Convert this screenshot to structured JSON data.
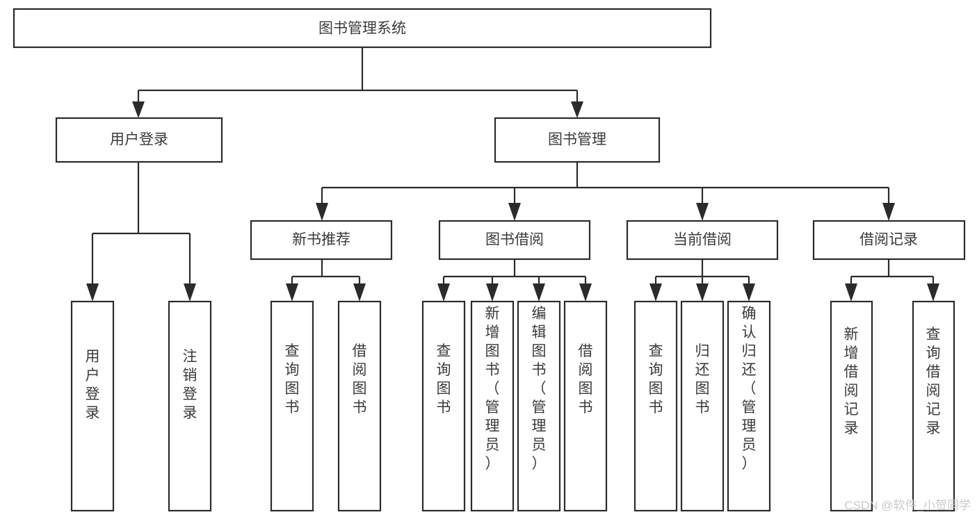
{
  "diagram": {
    "title": "图书管理系统",
    "type": "tree-hierarchy-chart",
    "root": {
      "label": "图书管理系统"
    },
    "level1": [
      {
        "label": "用户登录"
      },
      {
        "label": "图书管理"
      }
    ],
    "level2": [
      {
        "label": "新书推荐",
        "parent": "图书管理"
      },
      {
        "label": "图书借阅",
        "parent": "图书管理"
      },
      {
        "label": "当前借阅",
        "parent": "图书管理"
      },
      {
        "label": "借阅记录",
        "parent": "图书管理"
      }
    ],
    "leaves": [
      {
        "label": "用户登录",
        "parent": "用户登录"
      },
      {
        "label": "注销登录",
        "parent": "用户登录"
      },
      {
        "label": "查询图书",
        "parent": "新书推荐"
      },
      {
        "label": "借阅图书",
        "parent": "新书推荐"
      },
      {
        "label": "查询图书",
        "parent": "图书借阅"
      },
      {
        "label": "新增图书（管理员）",
        "parent": "图书借阅"
      },
      {
        "label": "编辑图书（管理员）",
        "parent": "图书借阅"
      },
      {
        "label": "借阅图书",
        "parent": "图书借阅"
      },
      {
        "label": "查询图书",
        "parent": "当前借阅"
      },
      {
        "label": "归还图书",
        "parent": "当前借阅"
      },
      {
        "label": "确认归还（管理员）",
        "parent": "当前借阅"
      },
      {
        "label": "新增借阅记录",
        "parent": "借阅记录"
      },
      {
        "label": "查询借阅记录",
        "parent": "借阅记录"
      }
    ],
    "watermark": "CSDN @软件_小贺同学",
    "colors": {
      "box_stroke": "#2b2b2b",
      "box_fill": "#ffffff",
      "text": "#3a3a3a",
      "background": "#ffffff",
      "watermark": "#c9c9c9"
    }
  }
}
